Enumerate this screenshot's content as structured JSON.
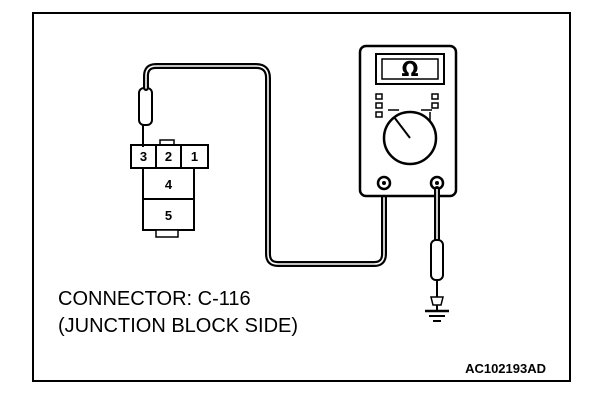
{
  "connector": {
    "label": "CONNECTOR: C-116",
    "side": "(JUNCTION BLOCK SIDE)",
    "pins_top": [
      "3",
      "2",
      "1"
    ],
    "pin_middle": "4",
    "pin_bottom": "5"
  },
  "meter": {
    "display": "Ω"
  },
  "figure": {
    "code": "AC102193AD"
  }
}
